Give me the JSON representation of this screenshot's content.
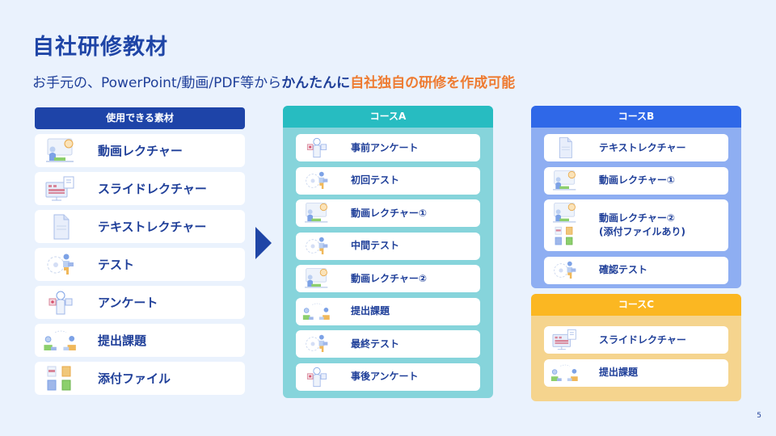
{
  "header": {
    "title": "自社研修教材",
    "subtitle_plain": "お手元の、PowerPoint/動画/PDF等から",
    "subtitle_bold": "かんたんに",
    "subtitle_accent": "自社独自の研修を作成可能"
  },
  "materials": {
    "header": "使用できる素材",
    "items": [
      {
        "label": "動画レクチャー",
        "icon": "video-lecture-icon"
      },
      {
        "label": "スライドレクチャー",
        "icon": "slide-lecture-icon"
      },
      {
        "label": "テキストレクチャー",
        "icon": "text-document-icon"
      },
      {
        "label": "テスト",
        "icon": "test-icon"
      },
      {
        "label": "アンケート",
        "icon": "survey-icon"
      },
      {
        "label": "提出課題",
        "icon": "assignment-icon"
      },
      {
        "label": "添付ファイル",
        "icon": "attachment-files-icon"
      }
    ]
  },
  "courses": {
    "a": {
      "title": "コースA",
      "items": [
        {
          "label": "事前アンケート",
          "icon": "survey-icon"
        },
        {
          "label": "初回テスト",
          "icon": "test-icon"
        },
        {
          "label": "動画レクチャー①",
          "icon": "video-lecture-icon"
        },
        {
          "label": "中間テスト",
          "icon": "test-icon"
        },
        {
          "label": "動画レクチャー②",
          "icon": "video-lecture-icon"
        },
        {
          "label": "提出課題",
          "icon": "assignment-icon"
        },
        {
          "label": "最終テスト",
          "icon": "test-icon"
        },
        {
          "label": "事後アンケート",
          "icon": "survey-icon"
        }
      ]
    },
    "b": {
      "title": "コースB",
      "items": [
        {
          "label": "テキストレクチャー",
          "icon": "text-document-icon"
        },
        {
          "label": "動画レクチャー①",
          "icon": "video-lecture-icon"
        },
        {
          "label": "動画レクチャー②",
          "label2": "(添付ファイルあり)",
          "icon": "video-lecture-icon"
        },
        {
          "label": "確認テスト",
          "icon": "test-icon"
        }
      ]
    },
    "c": {
      "title": "コースC",
      "items": [
        {
          "label": "スライドレクチャー",
          "icon": "slide-lecture-icon"
        },
        {
          "label": "提出課題",
          "icon": "assignment-icon"
        }
      ]
    }
  },
  "colors": {
    "primary": "#1e44a8",
    "accent": "#ee7b31",
    "course_a": "#27bcc1",
    "course_b": "#2f68e8",
    "course_c": "#fbb722"
  },
  "page_number": "5"
}
